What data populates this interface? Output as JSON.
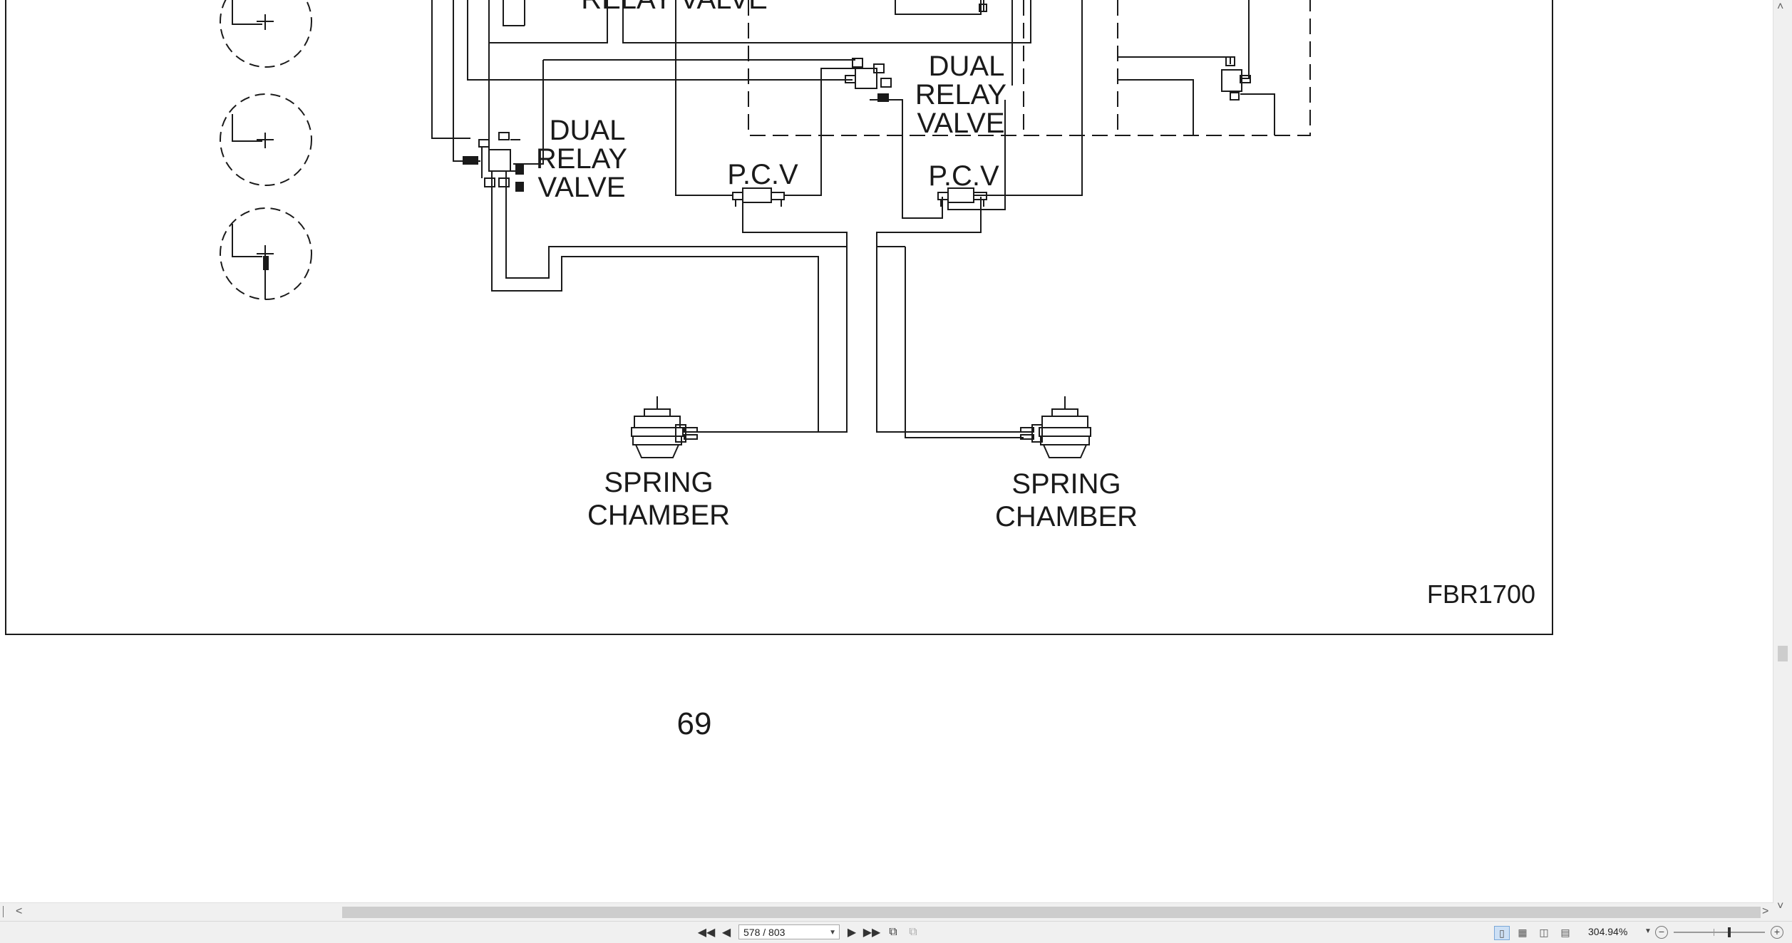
{
  "document": {
    "labels": {
      "relay_valve_top": "RELAY VALVE",
      "dual_relay_left": [
        "DUAL",
        "RELAY",
        "VALVE"
      ],
      "dual_relay_right": [
        "DUAL",
        "RELAY",
        "VALVE"
      ],
      "pcv_left": "P.C.V",
      "pcv_right": "P.C.V",
      "spring_left": [
        "SPRING",
        "CHAMBER"
      ],
      "spring_right": [
        "SPRING",
        "CHAMBER"
      ],
      "figure_code": "FBR1700"
    },
    "page_number": "69"
  },
  "toolbar": {
    "first_page_icon": "first-page-icon",
    "prev_page_icon": "prev-page-icon",
    "page_indicator": "578 / 803",
    "next_page_icon": "next-page-icon",
    "last_page_icon": "last-page-icon",
    "zoom_level": "304.94%"
  },
  "colors": {
    "page_bg": "#ffffff",
    "chrome_bg": "#f0f0f0",
    "scroll_thumb": "#cdcdcd",
    "ink": "#1a1a1a"
  }
}
